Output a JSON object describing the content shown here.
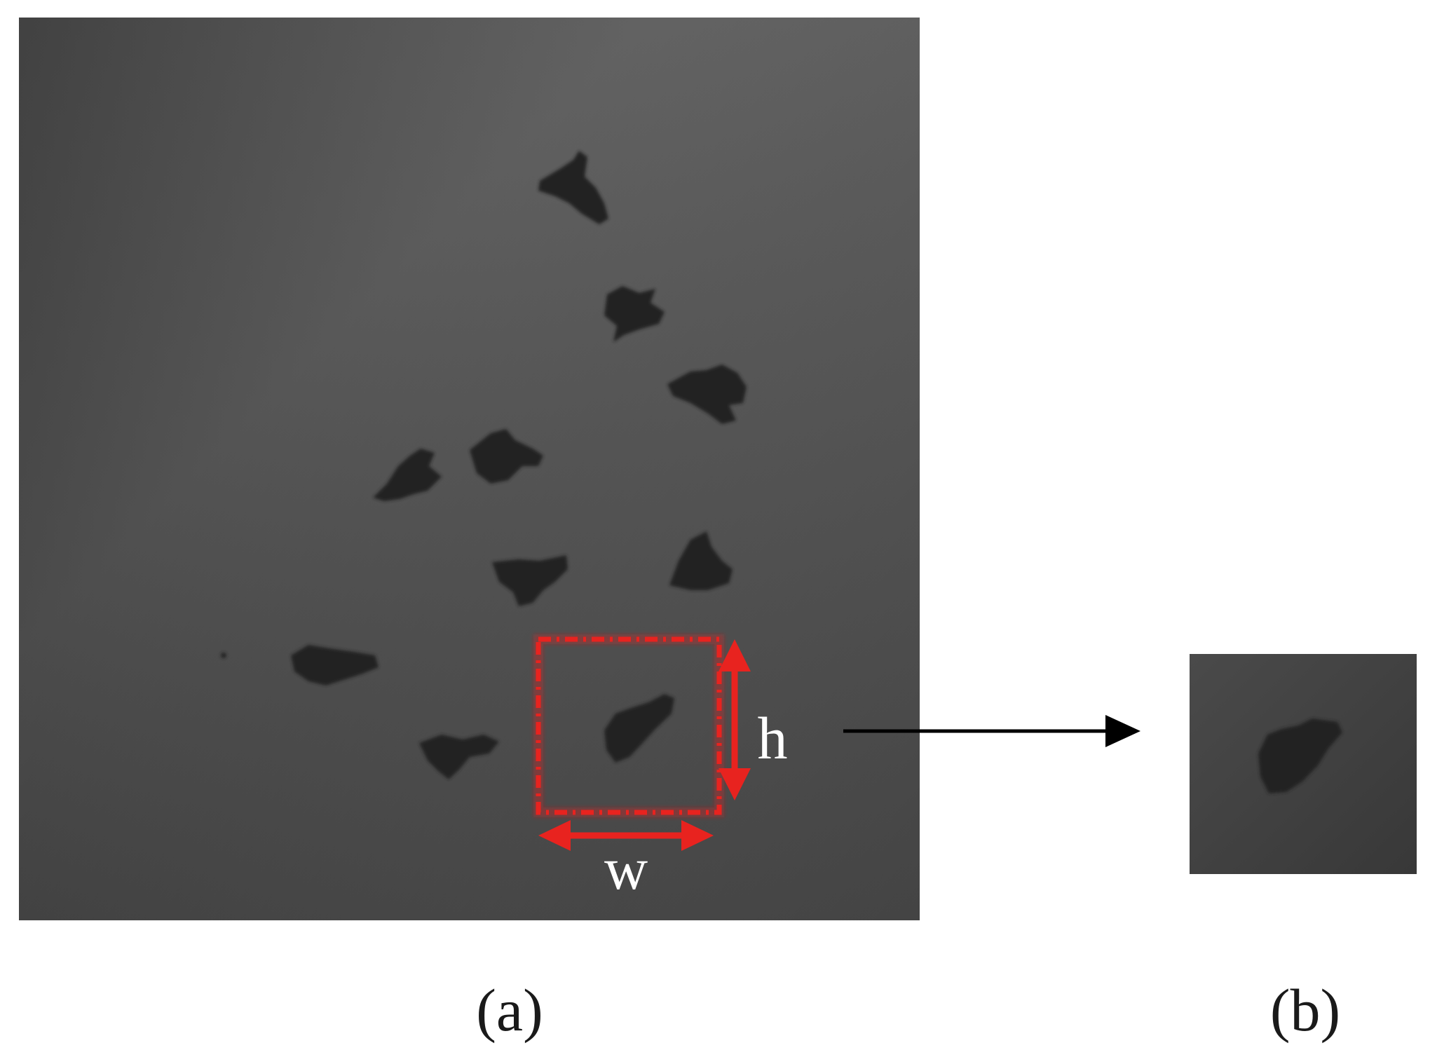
{
  "labels": {
    "panel_a": "(a)",
    "panel_b": "(b)",
    "width": "w",
    "height": "h"
  },
  "colors": {
    "annotation": "#e8231f",
    "arrow": "#000000",
    "label_light": "#ffffff",
    "label_dark": "#1a1a1a",
    "particle": "#222222"
  }
}
